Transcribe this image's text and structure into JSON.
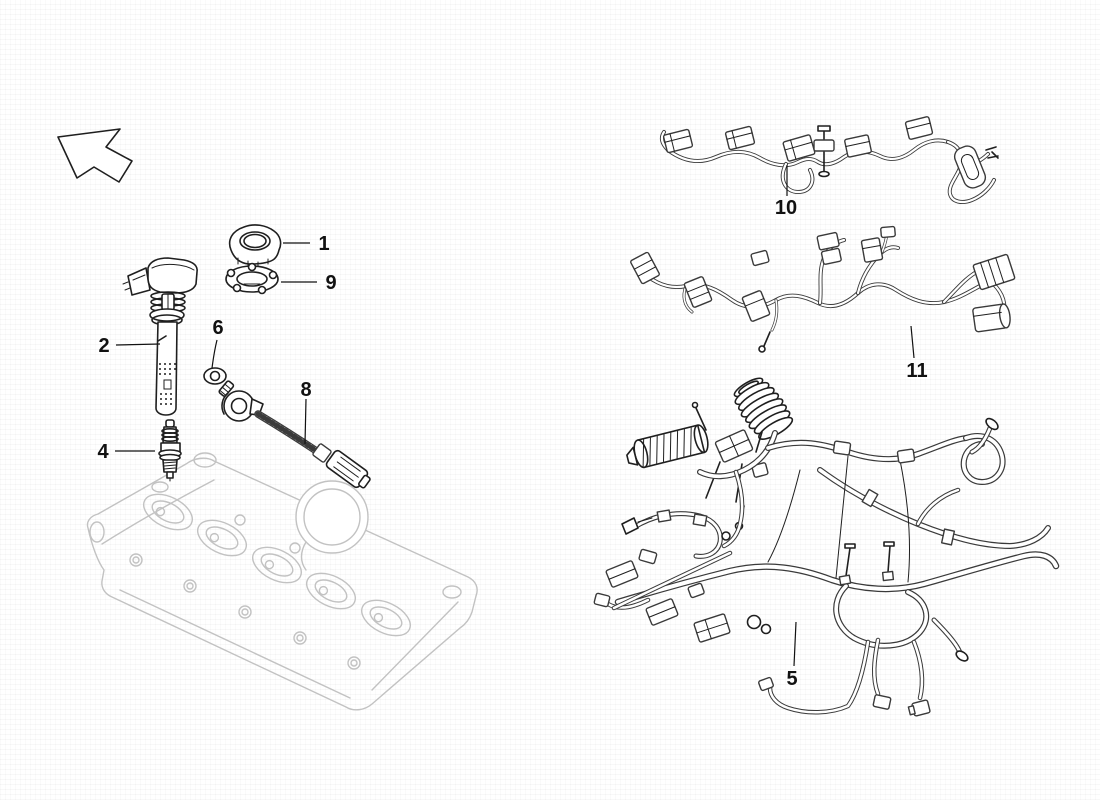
{
  "diagram": {
    "callouts": [
      {
        "label": "1"
      },
      {
        "label": "9"
      },
      {
        "label": "2"
      },
      {
        "label": "6"
      },
      {
        "label": "8"
      },
      {
        "label": "4"
      },
      {
        "label": "10"
      },
      {
        "label": "11"
      },
      {
        "label": "5"
      }
    ],
    "colors": {
      "background": "#ffffff",
      "grid": "#f1f1f1",
      "part_line": "#1f1f1f",
      "harness_line": "#3a3a3a",
      "ghost_line": "#c2c2c2",
      "label": "#111111"
    }
  }
}
